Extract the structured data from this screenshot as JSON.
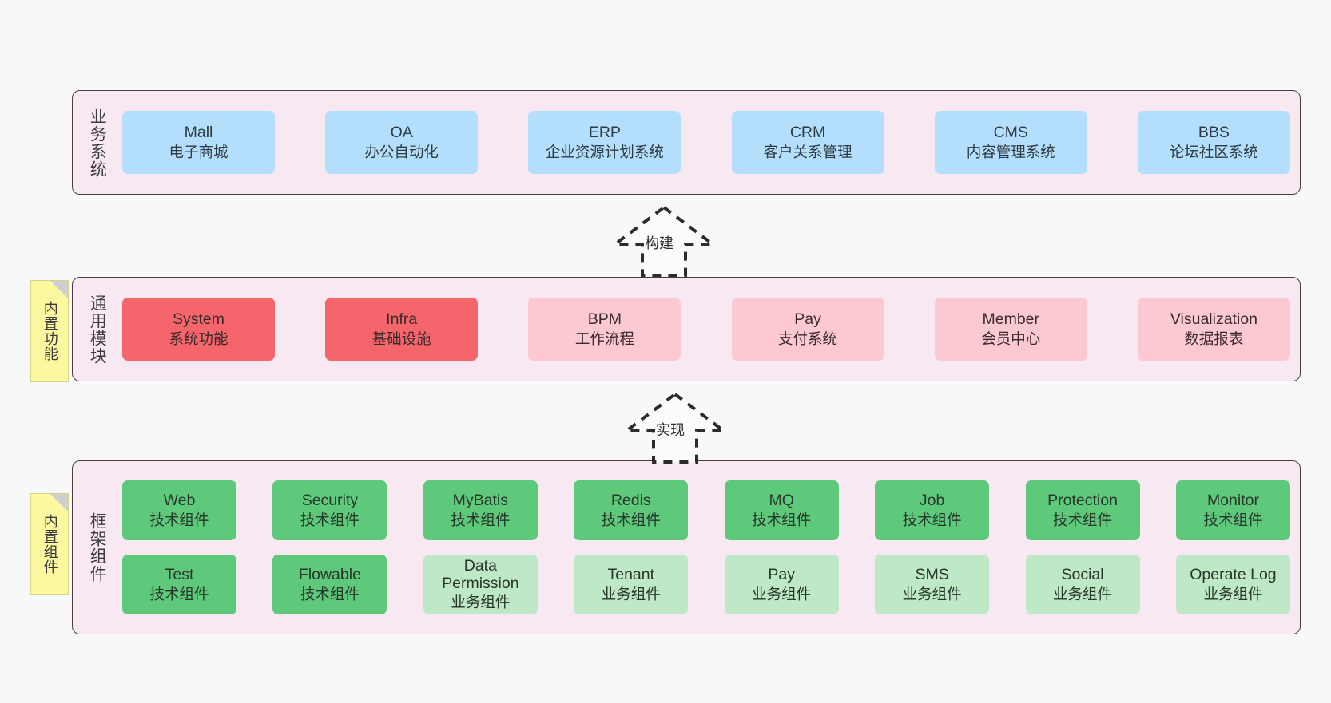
{
  "diagram": {
    "background": "#f8f8f8",
    "panel_fill": "#f8e8f2",
    "panel_border": "#4a3b44",
    "note_fill": "#fcf8a0",
    "colors": {
      "business": "#b3dffc",
      "module_core": "#f4666c",
      "module_light": "#fcc9d2",
      "tech_component": "#5fc97b",
      "biz_component": "#bfe8c6"
    }
  },
  "layers": [
    {
      "id": "business-system",
      "title": "业务系统",
      "note": null,
      "rows": [
        [
          {
            "name": "Mall",
            "sub": "电子商城",
            "style": "blue"
          },
          {
            "name": "OA",
            "sub": "办公自动化",
            "style": "blue"
          },
          {
            "name": "ERP",
            "sub": "企业资源计划系统",
            "style": "blue"
          },
          {
            "name": "CRM",
            "sub": "客户关系管理",
            "style": "blue"
          },
          {
            "name": "CMS",
            "sub": "内容管理系统",
            "style": "blue"
          },
          {
            "name": "BBS",
            "sub": "论坛社区系统",
            "style": "blue"
          }
        ]
      ]
    },
    {
      "id": "common-module",
      "title": "通用模块",
      "note": "内置功能",
      "rows": [
        [
          {
            "name": "System",
            "sub": "系统功能",
            "style": "red"
          },
          {
            "name": "Infra",
            "sub": "基础设施",
            "style": "red"
          },
          {
            "name": "BPM",
            "sub": "工作流程",
            "style": "pinkl"
          },
          {
            "name": "Pay",
            "sub": "支付系统",
            "style": "pinkl"
          },
          {
            "name": "Member",
            "sub": "会员中心",
            "style": "pinkl"
          },
          {
            "name": "Visualization",
            "sub": "数据报表",
            "style": "pinkl"
          }
        ]
      ]
    },
    {
      "id": "framework-component",
      "title": "框架组件",
      "note": "内置组件",
      "rows": [
        [
          {
            "name": "Web",
            "sub": "技术组件",
            "style": "green"
          },
          {
            "name": "Security",
            "sub": "技术组件",
            "style": "green"
          },
          {
            "name": "MyBatis",
            "sub": "技术组件",
            "style": "green"
          },
          {
            "name": "Redis",
            "sub": "技术组件",
            "style": "green"
          },
          {
            "name": "MQ",
            "sub": "技术组件",
            "style": "green"
          },
          {
            "name": "Job",
            "sub": "技术组件",
            "style": "green"
          },
          {
            "name": "Protection",
            "sub": "技术组件",
            "style": "green"
          },
          {
            "name": "Monitor",
            "sub": "技术组件",
            "style": "green"
          }
        ],
        [
          {
            "name": "Test",
            "sub": "技术组件",
            "style": "green"
          },
          {
            "name": "Flowable",
            "sub": "技术组件",
            "style": "green"
          },
          {
            "name": "Data Permission",
            "sub": "业务组件",
            "style": "greenl"
          },
          {
            "name": "Tenant",
            "sub": "业务组件",
            "style": "greenl"
          },
          {
            "name": "Pay",
            "sub": "业务组件",
            "style": "greenl"
          },
          {
            "name": "SMS",
            "sub": "业务组件",
            "style": "greenl"
          },
          {
            "name": "Social",
            "sub": "业务组件",
            "style": "greenl"
          },
          {
            "name": "Operate Log",
            "sub": "业务组件",
            "style": "greenl"
          }
        ]
      ]
    }
  ],
  "connectors": [
    {
      "id": "build",
      "label": "构建",
      "from": "common-module",
      "to": "business-system"
    },
    {
      "id": "realize",
      "label": "实现",
      "from": "framework-component",
      "to": "common-module"
    }
  ]
}
